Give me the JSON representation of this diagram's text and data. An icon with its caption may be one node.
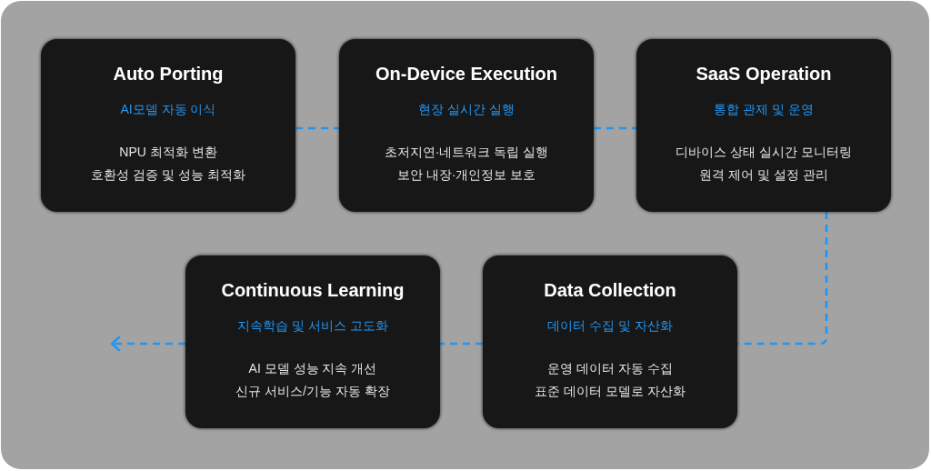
{
  "diagram": {
    "nodes": [
      {
        "text": [
          "Auto Porting",
          "AI모델 자동 이식",
          "NPU 최적화 변환",
          "호환성 검증 및 성능 최적화"
        ]
      },
      {
        "text": [
          "On-Device Execution",
          "현장 실시간 실행",
          "초저지연·네트워크 독립 실행",
          "보안 내장·개인정보 보호"
        ]
      },
      {
        "text": [
          "SaaS Operation",
          "통합 관제 및 운영",
          "디바이스 상태 실시간 모니터링",
          "원격 제어 및 설정 관리"
        ]
      },
      {
        "text": [
          "Continuous Learning",
          "지속학습 및 서비스 고도화",
          "AI 모델 성능 지속 개선",
          "신규 서비스/기능 자동 확장"
        ]
      },
      {
        "text": [
          "Data Collection",
          "데이터 수집 및 자산화",
          "운영 데이터 자동 수집",
          "표준 데이터 모델로 자산화"
        ]
      }
    ],
    "edges": [
      {
        "from": 0,
        "to": 1,
        "arrow": "none",
        "style": "dashed"
      },
      {
        "from": 1,
        "to": 2,
        "arrow": "none",
        "style": "dashed"
      },
      {
        "from": 2,
        "to": 4,
        "arrow": "none",
        "style": "dashed"
      },
      {
        "from": 4,
        "to": 3,
        "arrow": "none",
        "style": "dashed"
      },
      {
        "from": 3,
        "to": null,
        "arrow": "to",
        "style": "dashed"
      }
    ]
  }
}
